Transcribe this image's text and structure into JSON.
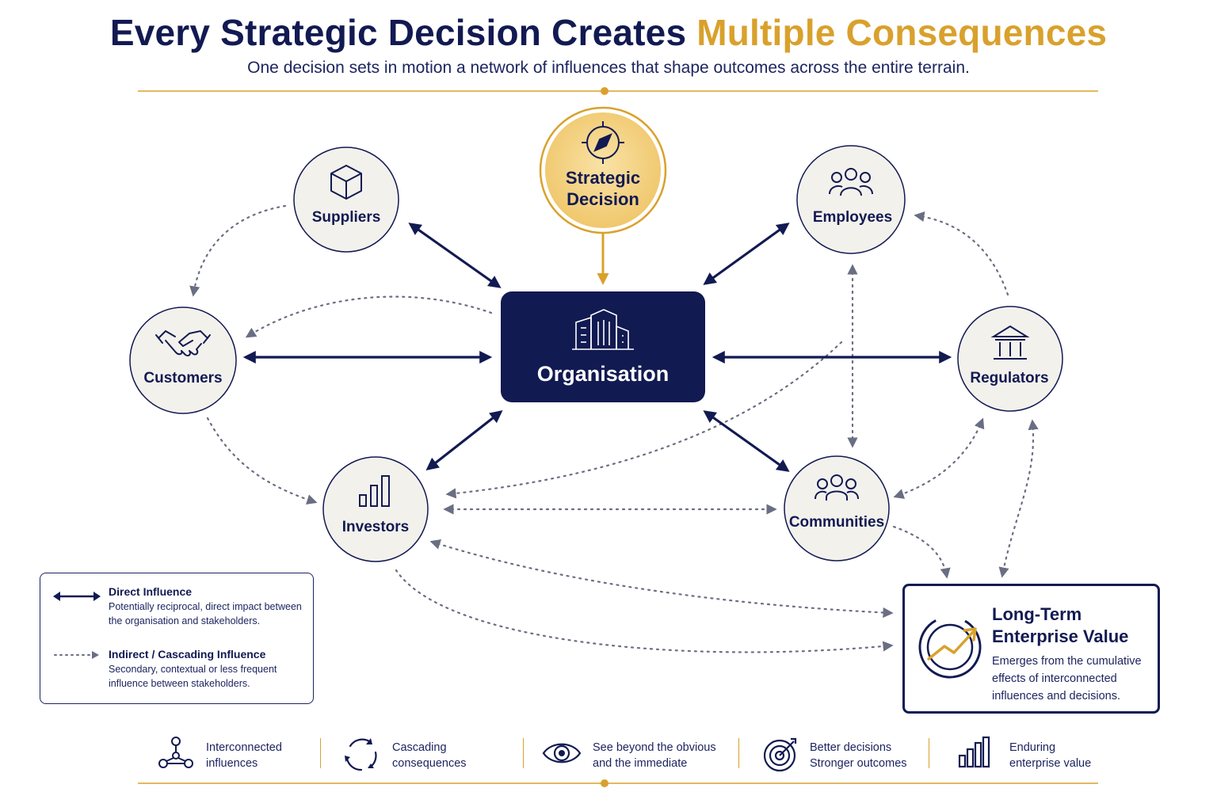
{
  "header": {
    "title_main": "Every Strategic Decision Creates ",
    "title_highlight": "Multiple Consequences",
    "subtitle": "One decision sets in motion a network of influences that shape outcomes across the entire terrain."
  },
  "nodes": {
    "decision_line1": "Strategic",
    "decision_line2": "Decision",
    "organisation": "Organisation",
    "suppliers": "Suppliers",
    "employees": "Employees",
    "customers": "Customers",
    "regulators": "Regulators",
    "investors": "Investors",
    "communities": "Communities"
  },
  "legend": {
    "direct_title": "Direct Influence",
    "direct_desc": "Potentially reciprocal, direct impact between the organisation and stakeholders.",
    "indirect_title": "Indirect / Cascading Influence",
    "indirect_desc": "Secondary, contextual or less frequent influence between stakeholders."
  },
  "value_box": {
    "title": "Long-Term Enterprise Value",
    "desc": "Emerges from the cumulative effects of interconnected influences and decisions."
  },
  "footer": {
    "items": [
      {
        "line1": "Interconnected",
        "line2": "influences",
        "icon": "network-icon"
      },
      {
        "line1": "Cascading",
        "line2": "consequences",
        "icon": "cycle-arrows-icon"
      },
      {
        "line1": "See beyond the obvious",
        "line2": "and the immediate",
        "icon": "eye-icon"
      },
      {
        "line1": "Better decisions",
        "line2": "Stronger outcomes",
        "icon": "target-icon"
      },
      {
        "line1": "Enduring",
        "line2": "enterprise value",
        "icon": "bar-chart-icon"
      }
    ]
  },
  "colors": {
    "navy": "#121a52",
    "gold": "#d9a12c",
    "node_fill": "#f3f1ec",
    "dotted": "#6a6e82"
  }
}
